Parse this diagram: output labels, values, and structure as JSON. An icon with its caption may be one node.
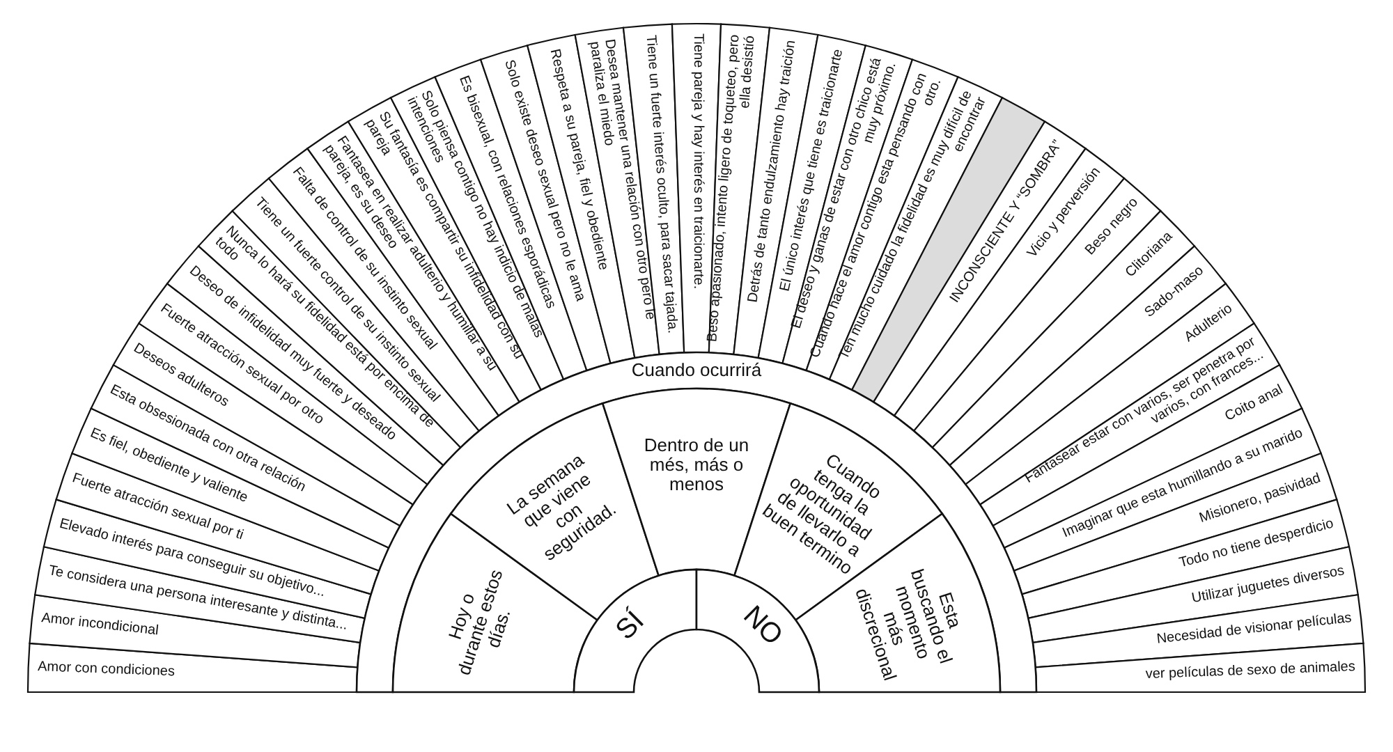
{
  "diagram": {
    "nodes": [
      {
        "text": [
          "Amor con condiciones"
        ]
      },
      {
        "text": [
          "Amor incondicional"
        ]
      },
      {
        "text": [
          "Te considera una persona interesante y distinta..."
        ]
      },
      {
        "text": [
          "Elevado interés para conseguir su objetivo..."
        ]
      },
      {
        "text": [
          "Fuerte atracción sexual por ti"
        ]
      },
      {
        "text": [
          "Es fiel, obediente y valiente"
        ]
      },
      {
        "text": [
          "Esta obsesionada con otra relación"
        ]
      },
      {
        "text": [
          "Deseos adulteros"
        ]
      },
      {
        "text": [
          "Fuerte atracción sexual por otro"
        ]
      },
      {
        "text": [
          "Deseo de infidelidad muy fuerte y deseado"
        ]
      },
      {
        "text": [
          "Nunca lo hará su fidelidad está por encima de todo"
        ]
      },
      {
        "text": [
          "Tiene un fuerte control de su instinto sexual"
        ]
      },
      {
        "text": [
          "Falta de control de su instinto sexual"
        ]
      },
      {
        "text": [
          "Fantasea en realizar adulterio y humillar a su pareja, es su deseo"
        ]
      },
      {
        "text": [
          "Su fantasía es compartir su infidelidad con su pareja"
        ]
      },
      {
        "text": [
          "Solo piensa contigo no hay indicio de malas intenciones"
        ]
      },
      {
        "text": [
          "Es bisexual, con relaciones esporádicas"
        ]
      },
      {
        "text": [
          "Solo existe deseo sexual pero no le ama"
        ]
      },
      {
        "text": [
          "Respeta a su pareja, fiel y obediente"
        ]
      },
      {
        "text": [
          "Desea mantener una relación con otro pero le paraliza el miedo"
        ]
      },
      {
        "text": [
          "Tiene un fuerte interés oculto, para sacar tajada."
        ]
      },
      {
        "text": [
          "Tiene pareja y hay interés en traicionarte."
        ]
      },
      {
        "text": [
          "Beso apasionado, intento ligero de toqueteo, pero ella desistió"
        ]
      },
      {
        "text": [
          "Detrás de tanto endulzamiento hay traición"
        ]
      },
      {
        "text": [
          "El único interés que tiene es traicionarte"
        ]
      },
      {
        "text": [
          "El deseo y ganas de estar con otro chico está muy próximo."
        ]
      },
      {
        "text": [
          "Cuando hace el amor contigo esta pensando con otro."
        ]
      },
      {
        "text": [
          "Ten mucho cuidado la fidelidad es muy difícil de encontrar"
        ]
      },
      {
        "text": [],
        "shape": "box"
      },
      {
        "text": [
          "INCONSCIENTE Y “SOMBRA”"
        ]
      },
      {
        "text": [
          "Vicio y perversión"
        ]
      },
      {
        "text": [
          "Beso negro"
        ]
      },
      {
        "text": [
          "Clitoriana"
        ]
      },
      {
        "text": [
          "Sado-maso"
        ]
      },
      {
        "text": [
          "Adulterio"
        ]
      },
      {
        "text": [
          "Fantasear estar con varios, ser penetra por varios, con frances..."
        ]
      },
      {
        "text": [
          "Coito anal"
        ]
      },
      {
        "text": [
          "Imaginar que esta humillando a su marido"
        ]
      },
      {
        "text": [
          "Misionero, pasividad"
        ]
      },
      {
        "text": [
          "Todo no tiene desperdicio"
        ]
      },
      {
        "text": [
          "Utilizar juguetes diversos"
        ]
      },
      {
        "text": [
          "Necesidad de visionar películas"
        ]
      },
      {
        "text": [
          "ver películas de sexo de animales"
        ]
      },
      {
        "text": [
          "Cuando ocurrirá"
        ]
      },
      {
        "text": [
          "Hoy o durante estos días."
        ]
      },
      {
        "text": [
          "La semana que viene con seguridad."
        ]
      },
      {
        "text": [
          "Dentro de un més, más o menos"
        ]
      },
      {
        "text": [
          "Cuando tenga la oportunidad de llevarlo a buen termino"
        ]
      },
      {
        "text": [
          "Esta buscando el momento más discrecional"
        ]
      },
      {
        "text": [
          "SÍ"
        ]
      },
      {
        "text": [
          "NO"
        ]
      }
    ]
  }
}
